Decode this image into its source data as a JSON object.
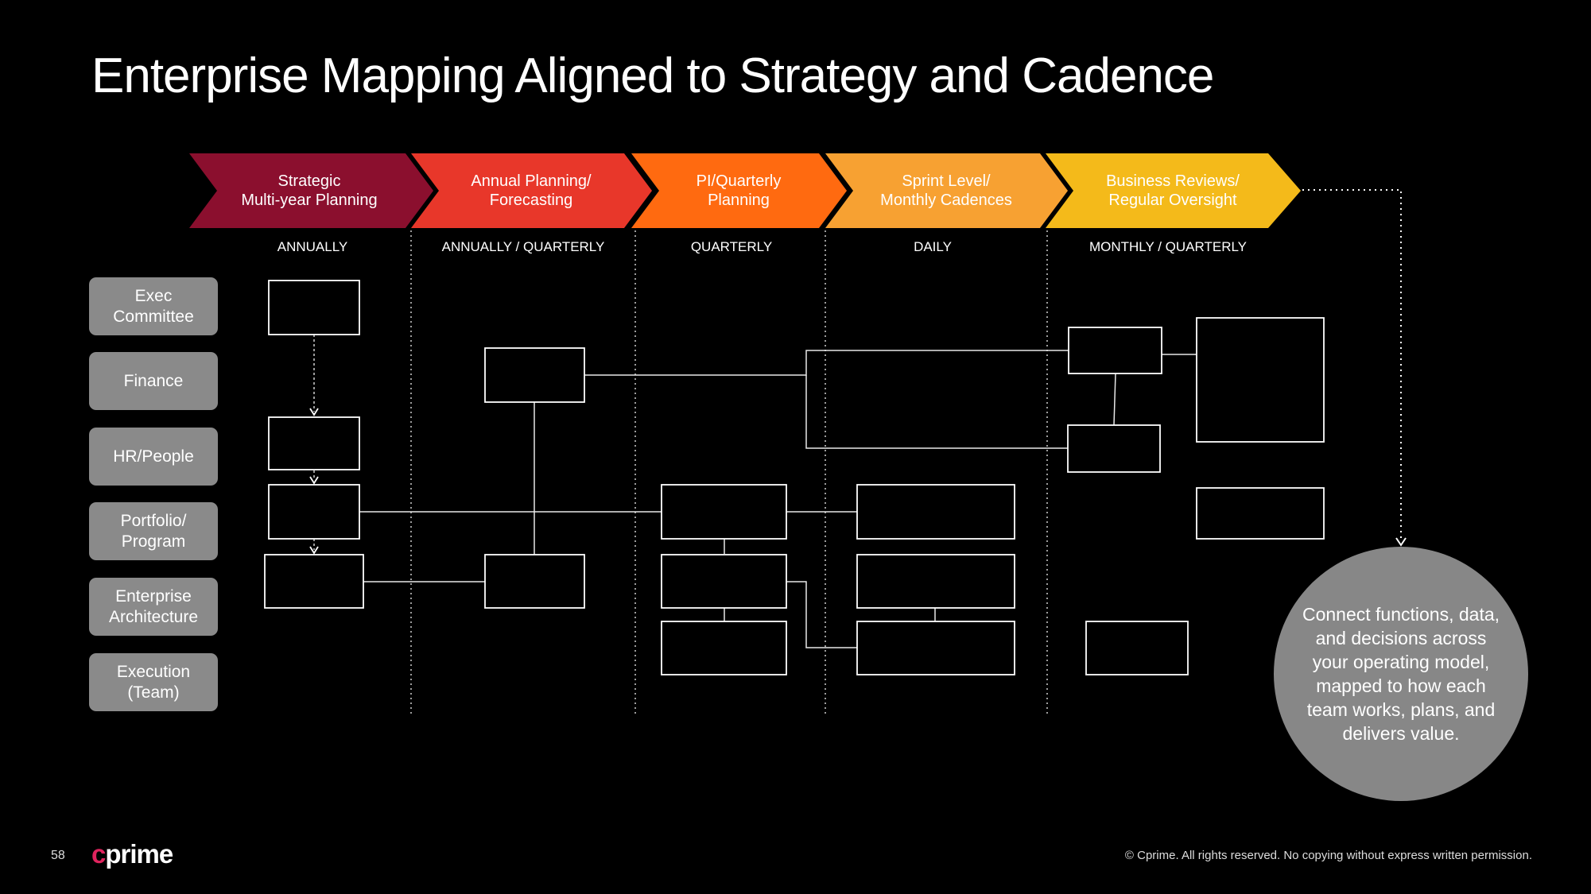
{
  "title": "Enterprise Mapping Aligned to Strategy and Cadence",
  "phases": [
    {
      "line1": "Strategic",
      "line2": "Multi-year Planning",
      "cadence": "ANNUALLY",
      "color": "#8b0f2e"
    },
    {
      "line1": "Annual Planning/",
      "line2": "Forecasting",
      "cadence": "ANNUALLY / QUARTERLY",
      "color": "#e8372a"
    },
    {
      "line1": "PI/Quarterly",
      "line2": "Planning",
      "cadence": "QUARTERLY",
      "color": "#ff6a10"
    },
    {
      "line1": "Sprint Level/",
      "line2": "Monthly Cadences",
      "cadence": "DAILY",
      "color": "#f7a132"
    },
    {
      "line1": "Business Reviews/",
      "line2": "Regular Oversight",
      "cadence": "MONTHLY / QUARTERLY",
      "color": "#f4ba1a"
    }
  ],
  "roles": [
    "Exec\nCommittee",
    "Finance",
    "HR/People",
    "Portfolio/\nProgram",
    "Enterprise\nArchitecture",
    "Execution\n(Team)"
  ],
  "callout": "Connect functions, data, and decisions across your operating model, mapped to how each team works, plans, and delivers value.",
  "page_number": "58",
  "logo": {
    "accent": "c",
    "rest": "prime"
  },
  "footer": "© Cprime. All rights reserved. No copying without express written permission."
}
